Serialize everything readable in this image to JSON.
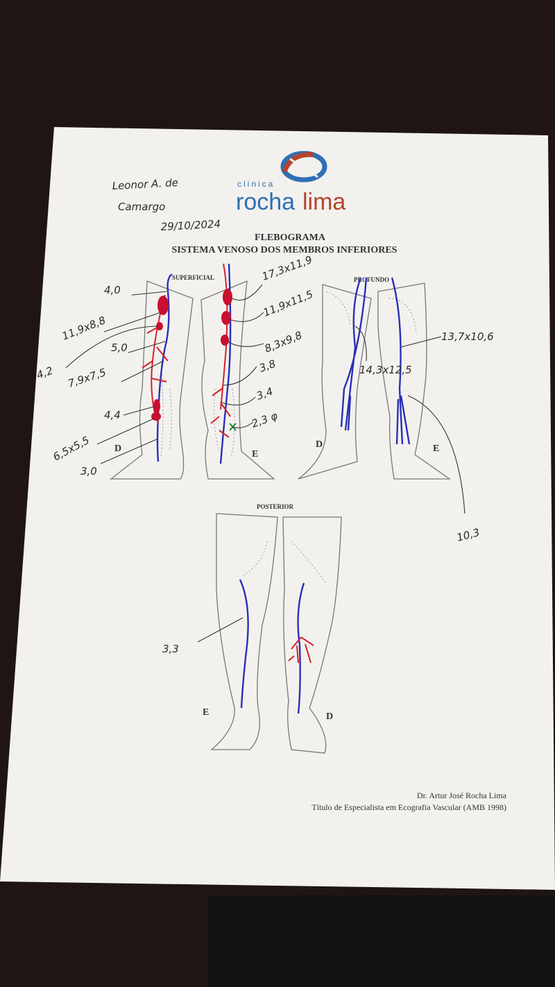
{
  "patient": {
    "name_line1": "Leonor A. de",
    "name_line2": "Camargo",
    "date": "29/10/2024"
  },
  "clinic": {
    "small": "clinica",
    "name_part1": "rocha",
    "name_part2": "lima",
    "colors": {
      "blue": "#2f6fb5",
      "red": "#b5442e"
    }
  },
  "document": {
    "title": "FLEBOGRAMA",
    "subtitle": "SISTEMA VENOSO DOS MEMBROS INFERIORES"
  },
  "sections": {
    "superficial": "SUPERFICIAL",
    "profundo": "PROFUNDO",
    "posterior": "POSTERIOR"
  },
  "side_labels": {
    "right": "D",
    "left": "E"
  },
  "annotations": {
    "superficial_right": [
      "4,0",
      "11,9x8,8",
      "5,0",
      "4,2",
      "7,9x7,5",
      "4,4",
      "6,5x5,5",
      "3,0"
    ],
    "superficial_left": [
      "17,3x11,9",
      "11,9x11,5",
      "8,3x9,8",
      "3,8",
      "3,4",
      "2,3 φ"
    ],
    "profundo": [
      "14,3x12,5",
      "13,7x10,6",
      "10,3"
    ],
    "posterior": [
      "3,3"
    ]
  },
  "signature": {
    "doctor": "Dr. Artur José Rocha Lima",
    "credential": "Título de Especialista em Ecografia Vascular (AMB 1998)"
  }
}
